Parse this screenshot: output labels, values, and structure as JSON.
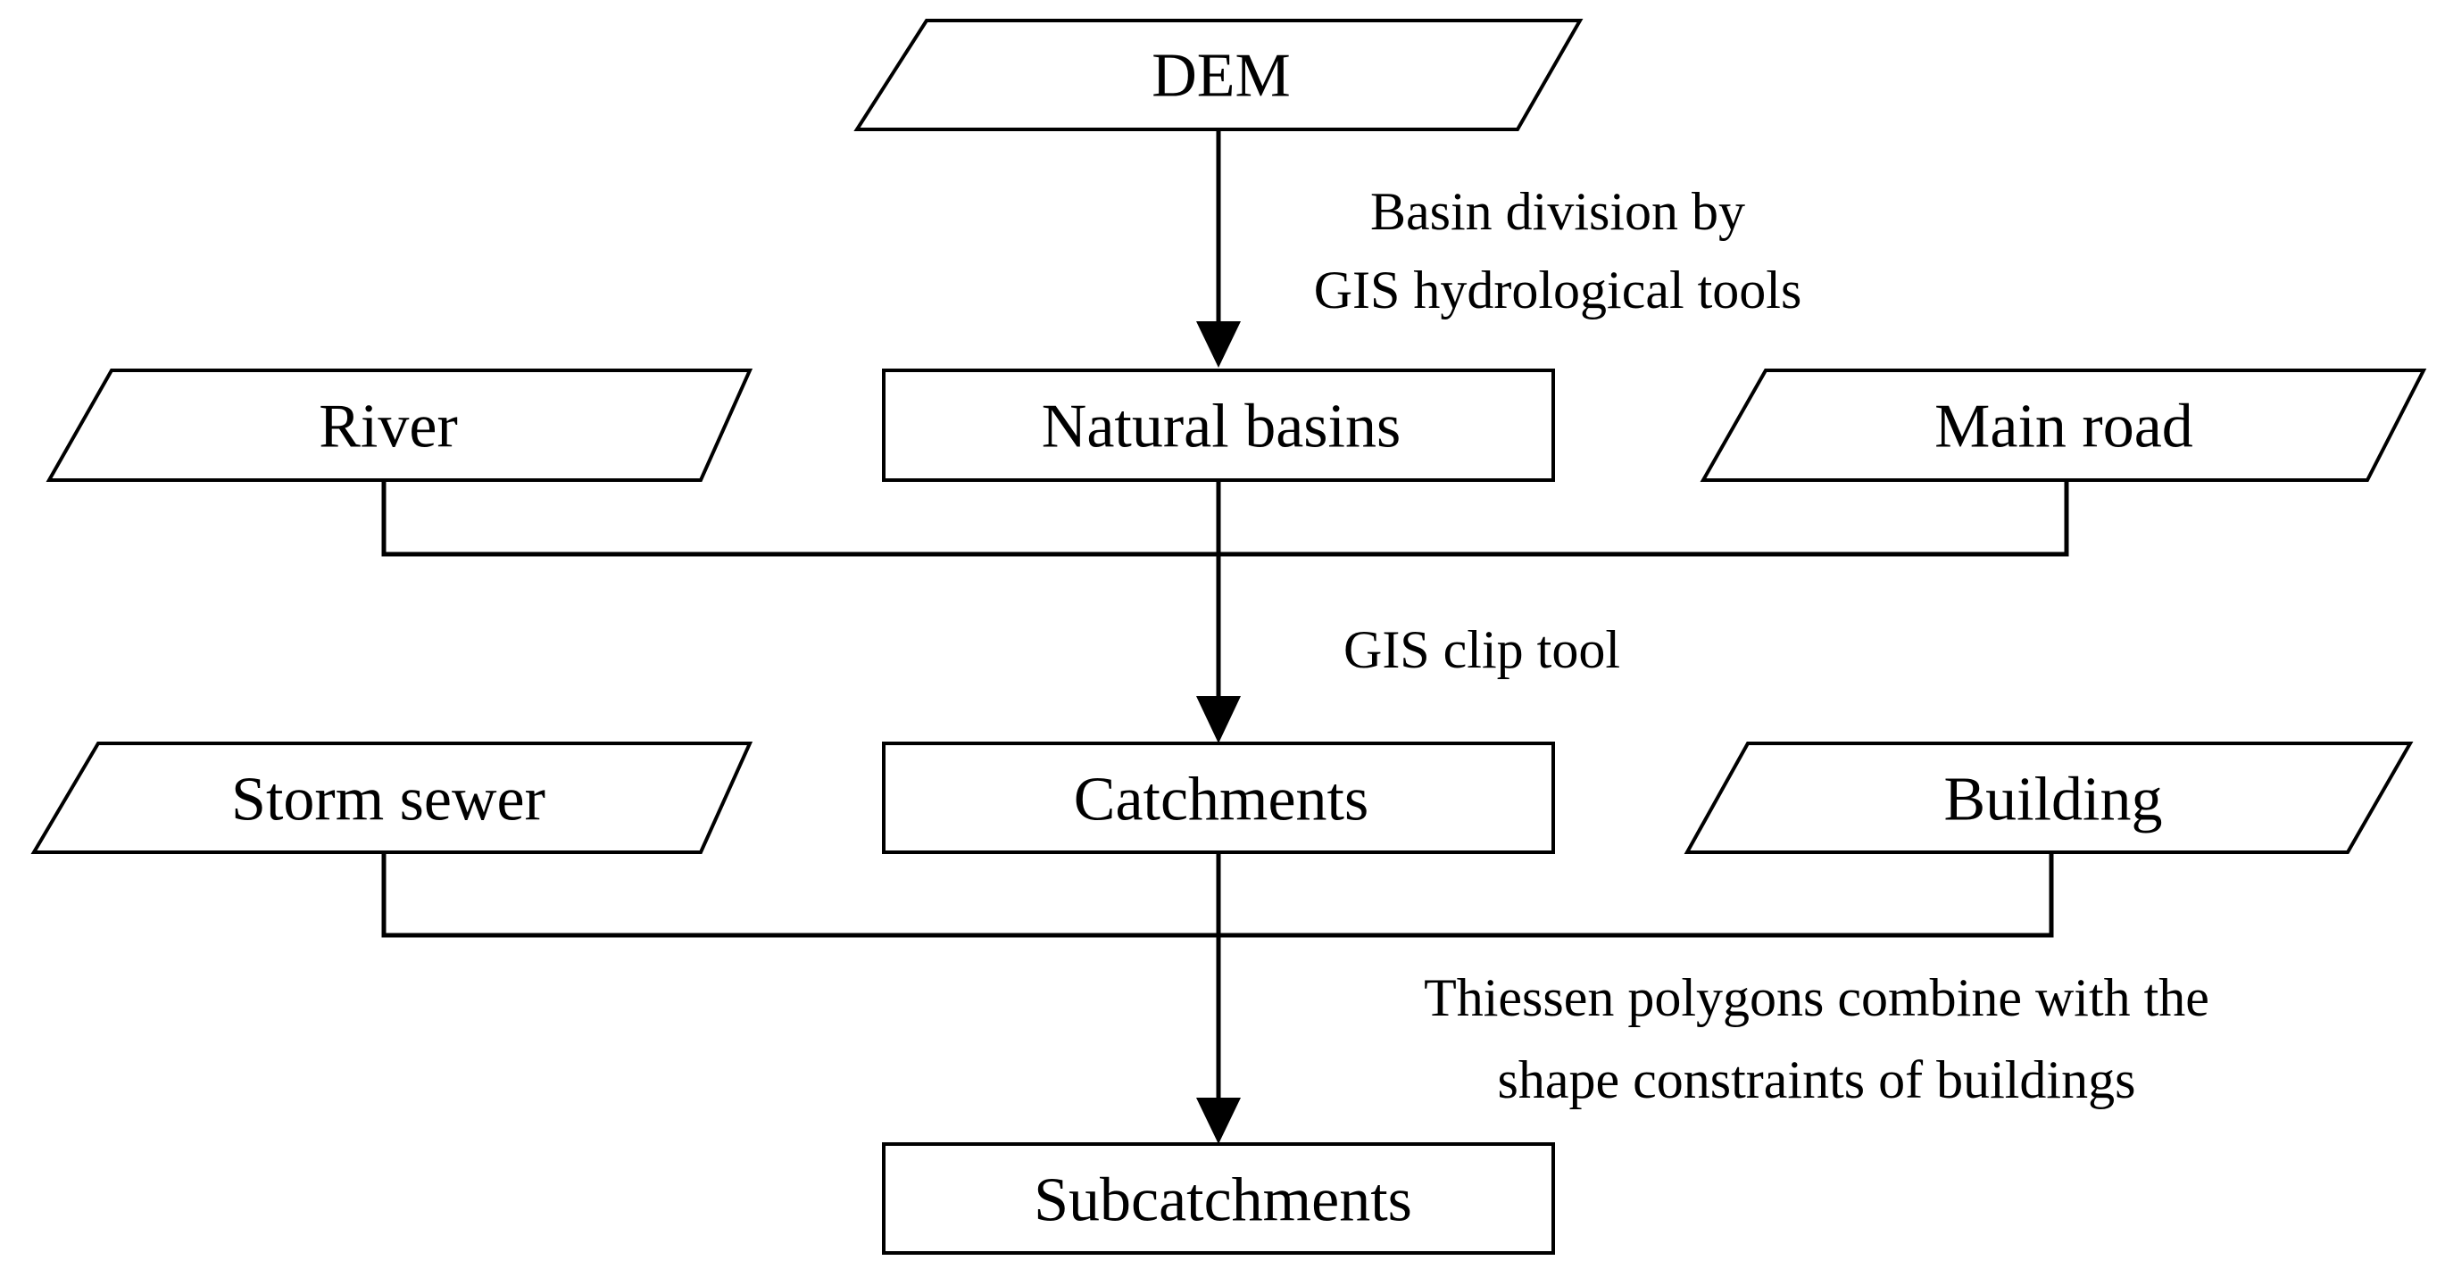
{
  "nodes": {
    "dem": "DEM",
    "natural_basins": "Natural basins",
    "river": "River",
    "main_road": "Main road",
    "catchments": "Catchments",
    "storm_sewer": "Storm sewer",
    "building": "Building",
    "subcatchments": "Subcatchments"
  },
  "edge_labels": {
    "basin_division_line1": "Basin division by",
    "basin_division_line2": "GIS hydrological tools",
    "clip_tool": "GIS clip tool",
    "thiessen_line1": "Thiessen polygons combine with the",
    "thiessen_line2": "shape constraints of buildings"
  },
  "colors": {
    "stroke": "#000000",
    "fill": "#ffffff"
  }
}
